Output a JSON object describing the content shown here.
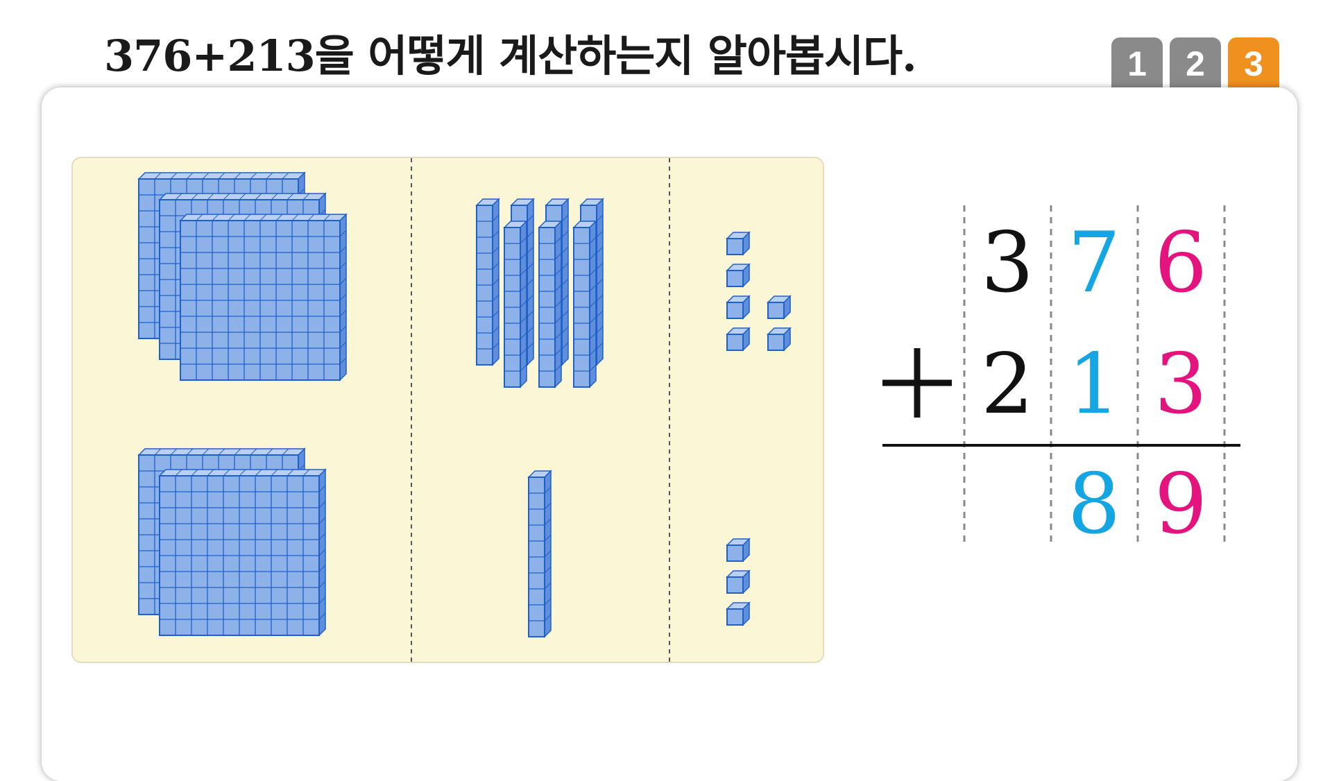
{
  "title": "376+213을 어떻게 계산하는지 알아봅시다.",
  "step_tabs": [
    {
      "label": "1",
      "active": false
    },
    {
      "label": "2",
      "active": false
    },
    {
      "label": "3",
      "active": true
    }
  ],
  "colors": {
    "hundreds": "#111111",
    "tens": "#14a5e3",
    "ones": "#e4147f",
    "tab_active": "#f0901e",
    "tab_inactive": "#8a8a8a",
    "panel_bg": "#fbf6d6",
    "block_fill": "#8db2ea",
    "block_stroke": "#1f5fc8"
  },
  "blocks": {
    "first_number": {
      "hundreds": 3,
      "tens": 7,
      "ones": 6
    },
    "second_number": {
      "hundreds": 2,
      "tens": 1,
      "ones": 3
    }
  },
  "addition": {
    "operator": "+",
    "row1": {
      "hundreds": "3",
      "tens": "7",
      "ones": "6"
    },
    "row2": {
      "hundreds": "2",
      "tens": "1",
      "ones": "3"
    },
    "result": {
      "hundreds": "",
      "tens": "8",
      "ones": "9"
    }
  }
}
